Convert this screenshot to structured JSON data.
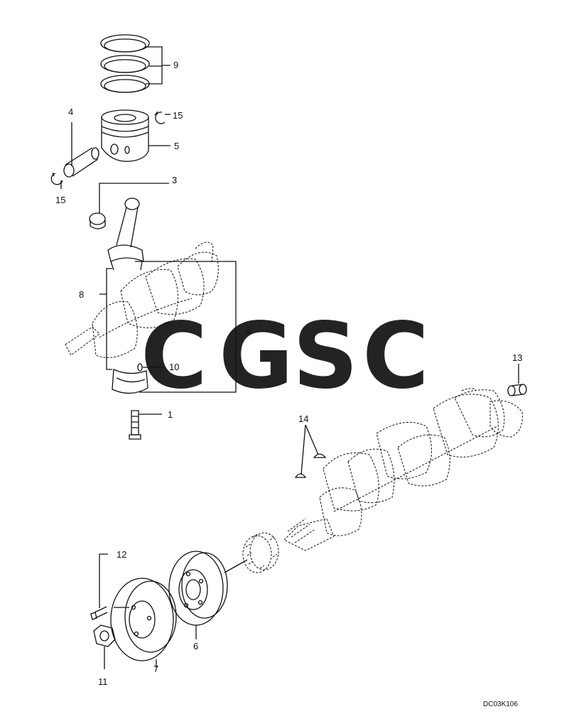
{
  "diagram": {
    "code": "DC03K106",
    "callouts": {
      "c1": "1",
      "c2": "2",
      "c3": "3",
      "c4": "4",
      "c5": "5",
      "c6": "6",
      "c7": "7",
      "c8": "8",
      "c9": "9",
      "c10": "10",
      "c11": "11",
      "c12": "12",
      "c13": "13",
      "c14": "14",
      "c15a": "15",
      "c15b": "15"
    }
  },
  "watermark": {
    "letters": [
      "C",
      "G",
      "S",
      "C"
    ],
    "colors": [
      "#7faaf5",
      "#f49490",
      "#f8d874",
      "#84c9a1"
    ]
  }
}
